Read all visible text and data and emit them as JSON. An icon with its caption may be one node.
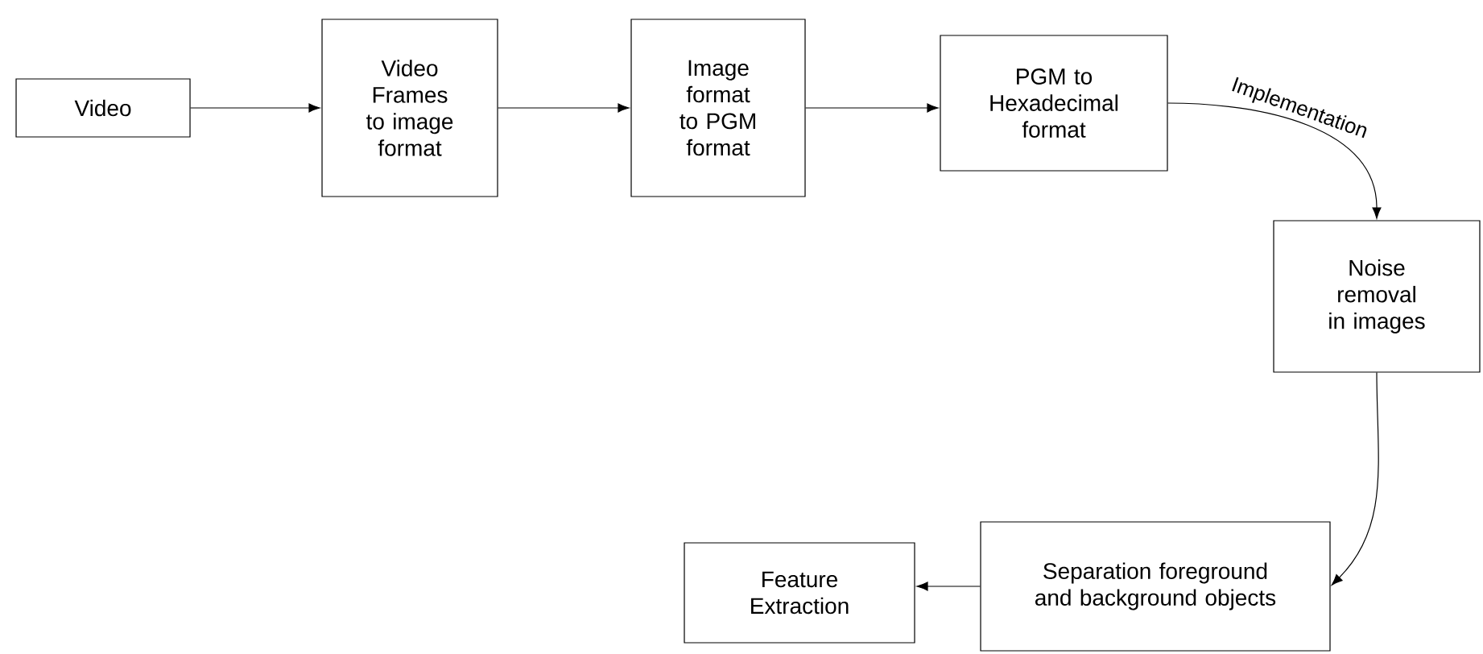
{
  "diagram": {
    "nodes": [
      {
        "text": [
          "Video"
        ]
      },
      {
        "text": [
          "Video Frames to image format"
        ]
      },
      {
        "text": [
          "Image format to PGM format"
        ]
      },
      {
        "text": [
          "PGM to Hexadecimal format"
        ]
      },
      {
        "text": [
          "Noise removal in images"
        ]
      },
      {
        "text": [
          "Separation foreground and background objects"
        ]
      },
      {
        "text": [
          "Feature Extraction"
        ]
      }
    ],
    "edges": [
      {
        "from": 0,
        "to": 1,
        "arrow": "to"
      },
      {
        "from": 1,
        "to": 2,
        "arrow": "to"
      },
      {
        "from": 2,
        "to": 3,
        "arrow": "to"
      },
      {
        "from": 3,
        "to": 4,
        "arrow": "to",
        "label": "Implementation"
      },
      {
        "from": 4,
        "to": 5,
        "arrow": "to"
      },
      {
        "from": 5,
        "to": 6,
        "arrow": "to"
      }
    ]
  }
}
